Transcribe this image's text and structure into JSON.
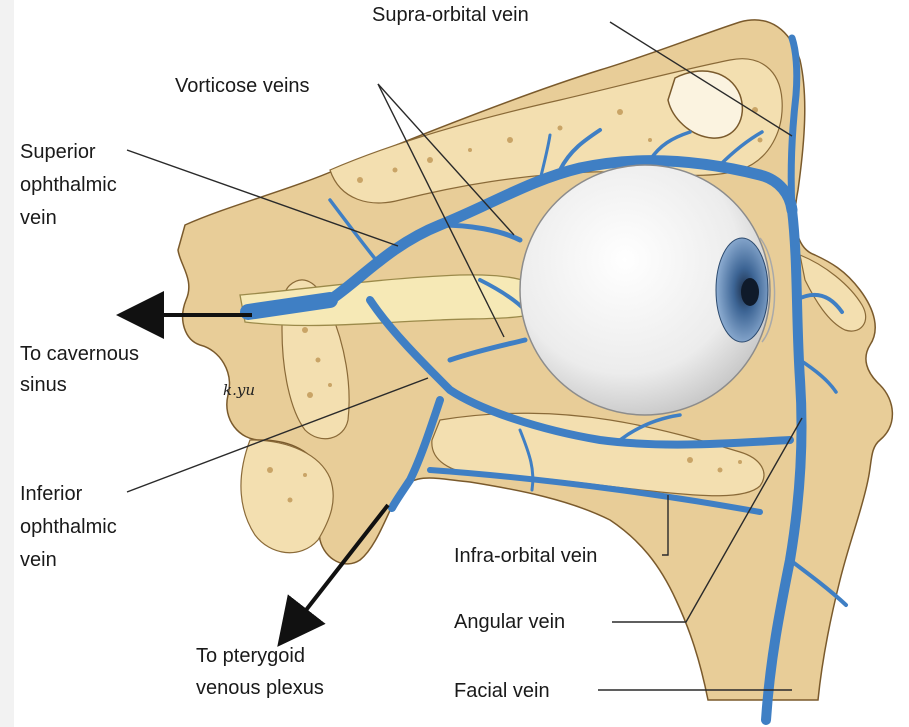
{
  "labels": {
    "supra_orbital_vein": "Supra-orbital vein",
    "vorticose_veins": "Vorticose veins",
    "superior_ophthalmic_vein": [
      "Superior",
      "ophthalmic",
      "vein"
    ],
    "to_cavernous_sinus": [
      "To cavernous",
      "sinus"
    ],
    "inferior_ophthalmic_vein": [
      "Inferior",
      "ophthalmic",
      "vein"
    ],
    "infra_orbital_vein": "Infra-orbital vein",
    "angular_vein": "Angular vein",
    "to_pterygoid_venous_plexus": [
      "To pterygoid",
      "venous plexus"
    ],
    "facial_vein": "Facial vein",
    "signature": "k.yu"
  },
  "colors": {
    "bone": "#e8cd98",
    "vein": "#3f7fc4",
    "eyeball": "#f4f4f4",
    "iris": "#5b86b8"
  }
}
